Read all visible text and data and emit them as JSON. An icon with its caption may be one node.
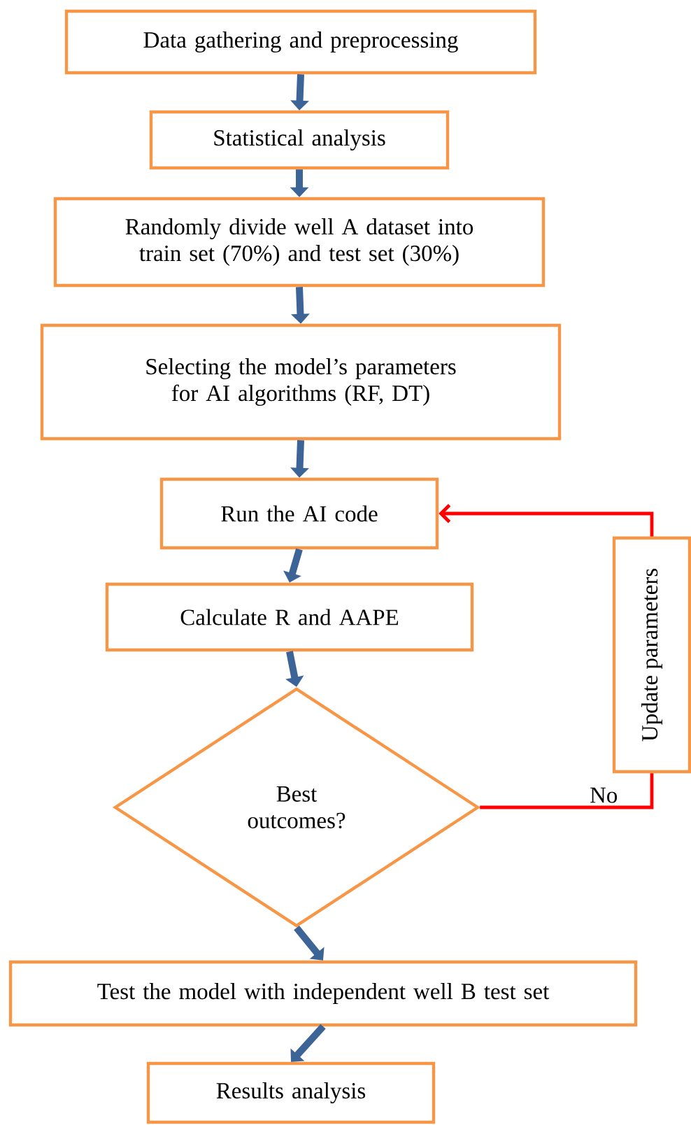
{
  "diagram": {
    "nodes": [
      {
        "text": [
          "Data gathering and preprocessing"
        ]
      },
      {
        "text": [
          "Statistical analysis"
        ]
      },
      {
        "text": [
          "Randomly divide well A dataset into train set (70%) and test set (30%)"
        ]
      },
      {
        "text": [
          "Selecting the model’s parameters for AI algorithms (RF, DT)"
        ]
      },
      {
        "text": [
          "Run the AI code"
        ]
      },
      {
        "text": [
          "Calculate R and AAPE"
        ]
      },
      {
        "text": [
          "Best outcomes?"
        ]
      },
      {
        "text": [
          "Update parameters"
        ]
      },
      {
        "text": [
          "Test the model with independent well B test set"
        ]
      },
      {
        "text": [
          "Results analysis"
        ]
      }
    ],
    "edges": [
      {
        "from": 0,
        "to": 1,
        "arrow": "to"
      },
      {
        "from": 1,
        "to": 2,
        "arrow": "to"
      },
      {
        "from": 2,
        "to": 3,
        "arrow": "to"
      },
      {
        "from": 3,
        "to": 4,
        "arrow": "to"
      },
      {
        "from": 4,
        "to": 5,
        "arrow": "to"
      },
      {
        "from": 5,
        "to": 6,
        "arrow": "to"
      },
      {
        "from": 6,
        "to": 7,
        "arrow": "none",
        "label": "No",
        "color": "#ff0000"
      },
      {
        "from": 7,
        "to": 4,
        "arrow": "to",
        "color": "#ff0000"
      },
      {
        "from": 6,
        "to": 8,
        "arrow": "to"
      },
      {
        "from": 8,
        "to": 9,
        "arrow": "to"
      }
    ]
  }
}
